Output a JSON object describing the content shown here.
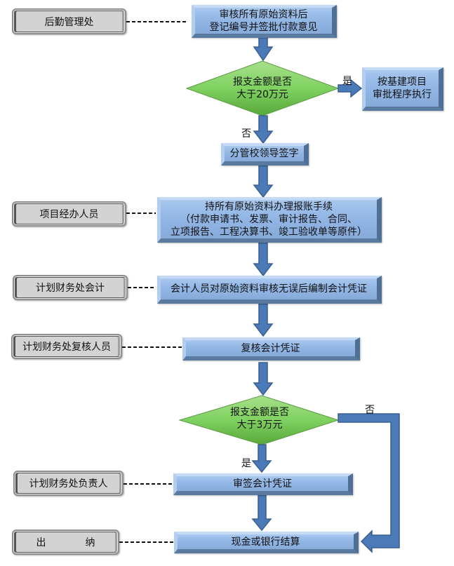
{
  "colors": {
    "process_box": "#98bbe8",
    "decision_fill": "#7fd160",
    "arrow": "#4a7ab8",
    "arrow_border": "#3a5f8f",
    "role_box": "#d3d3d3"
  },
  "roles": [
    {
      "id": "logistics",
      "label": "后勤管理处"
    },
    {
      "id": "project-handler",
      "label": "项目经办人员"
    },
    {
      "id": "finance-accountant",
      "label": "计划财务处会计"
    },
    {
      "id": "finance-reviewer",
      "label": "计划财务处复核人员"
    },
    {
      "id": "finance-head",
      "label": "计划财务处负责人"
    },
    {
      "id": "cashier",
      "label": "出 纳",
      "label_parts": [
        "出",
        "纳"
      ]
    }
  ],
  "steps": {
    "review_register": {
      "lines": [
        "审核所有原始资料后",
        "登记编号并签批付款意见"
      ]
    },
    "decision_20w": {
      "lines": [
        "报支金额是否",
        "大于20万元"
      ]
    },
    "capital_project": {
      "lines": [
        "按基建项目",
        "审批程序执行"
      ]
    },
    "leader_sign": {
      "lines": [
        "分管校领导签字"
      ]
    },
    "reimburse": {
      "lines": [
        "持所有原始资料办理报账手续",
        "（付款申请书、发票、审计报告、合同、",
        "立项报告、工程决算书、竣工验收单等原件）"
      ]
    },
    "make_voucher": {
      "lines": [
        "会计人员对原始资料审核无误后编制会计凭证"
      ]
    },
    "recheck_voucher": {
      "lines": [
        "复核会计凭证"
      ]
    },
    "decision_3w": {
      "lines": [
        "报支金额是否",
        "大于3万元"
      ]
    },
    "approve_voucher": {
      "lines": [
        "审签会计凭证"
      ]
    },
    "settlement": {
      "lines": [
        "现金或银行结算"
      ]
    }
  },
  "edge_labels": {
    "d20_yes": "是",
    "d20_no": "否",
    "d3_yes": "是",
    "d3_no": "否"
  }
}
